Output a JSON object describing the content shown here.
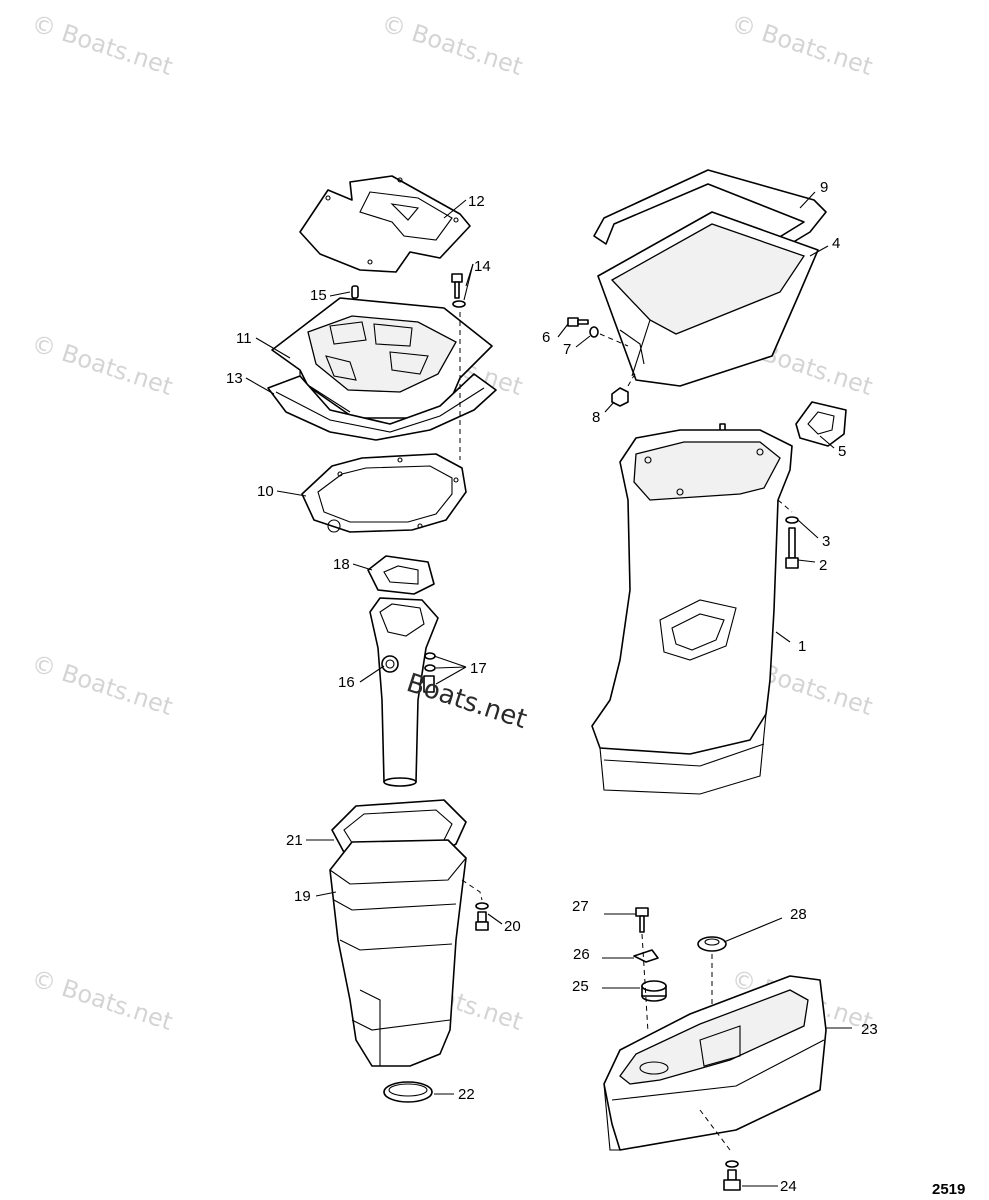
{
  "watermark": "© Boats.net",
  "watermark_center": "Boats.net",
  "figure_number": "2519",
  "callouts": {
    "c1": "1",
    "c2": "2",
    "c3": "3",
    "c4": "4",
    "c5": "5",
    "c6": "6",
    "c7": "7",
    "c8": "8",
    "c9": "9",
    "c10": "10",
    "c11": "11",
    "c12": "12",
    "c13": "13",
    "c14": "14",
    "c15": "15",
    "c16": "16",
    "c17": "17",
    "c18": "18",
    "c19": "19",
    "c20": "20",
    "c21": "21",
    "c22": "22",
    "c23": "23",
    "c24": "24",
    "c25": "25",
    "c26": "26",
    "c27": "27",
    "c28": "28"
  }
}
